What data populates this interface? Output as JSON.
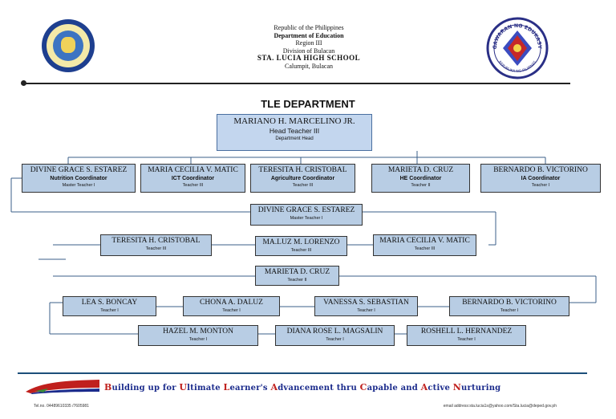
{
  "header": {
    "country": "Republic of the Philippines",
    "department": "Department of Education",
    "region": "Region III",
    "division": "Division of Bulacan",
    "school": "STA. LUCIA  HIGH SCHOOL",
    "address": "Calumpit, Bulacan",
    "deped_seal_top": "KAGAWARAN NG EDUKASYON",
    "deped_seal_bottom": "REPUBLIKA NG PILIPINAS"
  },
  "title": "TLE DEPARTMENT",
  "head": {
    "name": "MARIANO H. MARCELINO JR.",
    "position": "Head Teacher III",
    "role": "Department Head"
  },
  "coordinators": [
    {
      "name": "DIVINE GRACE S. ESTAREZ",
      "role": "Nutrition Coordinator",
      "rank": "Master Teacher I"
    },
    {
      "name": "MARIA CECILIA V. MATIC",
      "role": "ICT Coordinator",
      "rank": "Teacher III"
    },
    {
      "name": "TERESITA H. CRISTOBAL",
      "role": "Agriculture Coordinator",
      "rank": "Teacher III"
    },
    {
      "name": "MARIETA D. CRUZ",
      "role": "HE Coordinator",
      "rank": "Teacher II"
    },
    {
      "name": "BERNARDO B. VICTORINO",
      "role": "IA Coordinator",
      "rank": "Teacher I"
    }
  ],
  "tier2": {
    "lead": {
      "name": "DIVINE GRACE S. ESTAREZ",
      "rank": "Master Teacher I"
    },
    "left": {
      "name": "TERESITA H. CRISTOBAL",
      "rank": "Teacher III"
    },
    "center": {
      "name": "MA.LUZ M. LORENZO",
      "rank": "Teacher III"
    },
    "right": {
      "name": "MARIA CECILIA V. MATIC",
      "rank": "Teacher III"
    }
  },
  "tier3": {
    "lead": {
      "name": "MARIETA D. CRUZ",
      "rank": "Teacher II"
    },
    "row1": [
      {
        "name": "LEA S. BONCAY",
        "rank": "Teacher I"
      },
      {
        "name": "CHONA A. DALUZ",
        "rank": "Teacher I"
      },
      {
        "name": "VANESSA S. SEBASTIAN",
        "rank": "Teacher I"
      },
      {
        "name": "BERNARDO B. VICTORINO",
        "rank": "Teacher I"
      }
    ],
    "row2": [
      {
        "name": "HAZEL M. MONTON",
        "rank": "Teacher I"
      },
      {
        "name": "DIANA ROSE L. MAGSALIN",
        "rank": "Teacher I"
      },
      {
        "name": "ROSHELL L. HERNANDEZ",
        "rank": "Teacher I"
      }
    ]
  },
  "footer": {
    "slogan_parts": [
      {
        "cap": "B",
        "rest": "uilding up for "
      },
      {
        "cap": "U",
        "rest": "ltimate "
      },
      {
        "cap": "L",
        "rest": "earner's "
      },
      {
        "cap": "A",
        "rest": "dvancement thru "
      },
      {
        "cap": "C",
        "rest": "apable and "
      },
      {
        "cap": "A",
        "rest": "ctive "
      },
      {
        "cap": "N",
        "rest": "urturing"
      }
    ],
    "tel": "Tel.no.  04489610335 /7605981",
    "email": "email address:sta.lucia1s@yahoo.com/Sta.lucia@deped.gov.ph"
  },
  "colors": {
    "box_fill": "#b8cde4",
    "head_fill": "#c3d6ee",
    "connector": "#3b5f8a",
    "slogan_blue": "#1b2b8c",
    "slogan_red": "#c0201d",
    "flag_red": "#c0201d"
  }
}
